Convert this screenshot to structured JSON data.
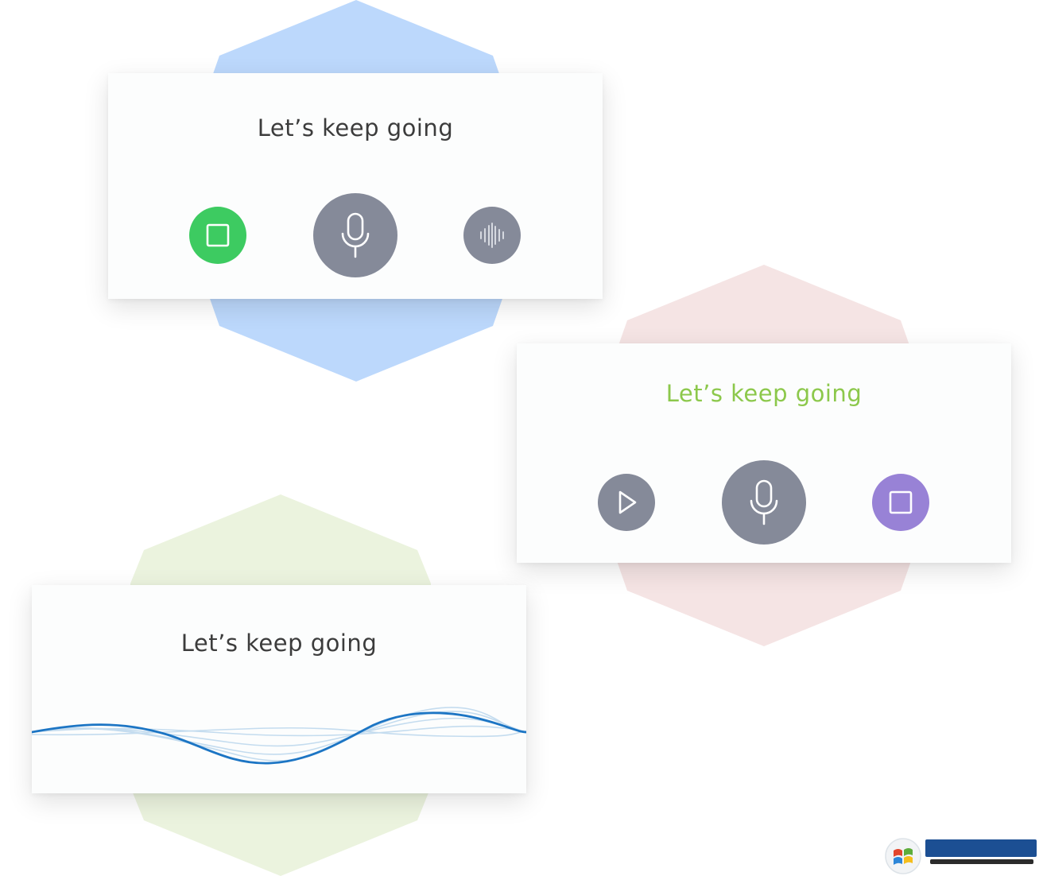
{
  "colors": {
    "hex_blue": "#bcd8fc",
    "hex_pink": "#f5e4e4",
    "hex_green": "#ebf3de",
    "card_bg": "#fcfdfd",
    "text_default": "#3c3c3c",
    "text_active": "#8cc84b",
    "mic_gray": "#858a99",
    "stop_green": "#3dcb61",
    "stop_purple": "#9882d6",
    "wave_dark": "#1c75c4",
    "wave_light": "#c4dcef"
  },
  "card_top": {
    "phrase": "Let’s keep going",
    "left_button": {
      "icon": "stop-icon"
    },
    "center_button": {
      "icon": "microphone-icon"
    },
    "right_button": {
      "icon": "sound-wave-icon"
    }
  },
  "card_right": {
    "phrase": "Let’s keep going",
    "left_button": {
      "icon": "play-icon"
    },
    "center_button": {
      "icon": "microphone-icon"
    },
    "right_button": {
      "icon": "stop-icon"
    }
  },
  "card_bottom": {
    "phrase": "Let’s keep going",
    "waveform": {
      "icon": "audio-waveform"
    }
  },
  "watermark": {
    "icon": "windows-logo-icon"
  }
}
